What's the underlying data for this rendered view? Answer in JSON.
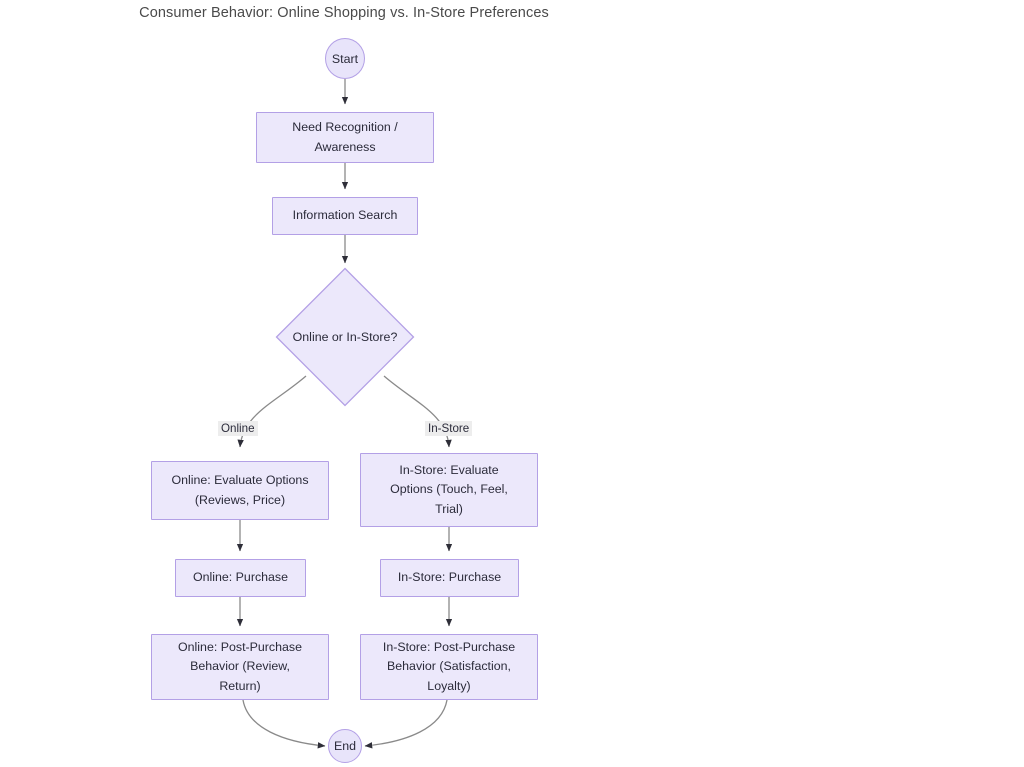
{
  "diagram": {
    "title": "Consumer Behavior: Online Shopping vs. In-Store Preferences",
    "type": "flowchart",
    "direction": "top-to-bottom",
    "colors": {
      "node_fill": "#ece8fb",
      "node_border": "#b3a0e6",
      "node_text": "#2b2b3a",
      "edge_stroke": "#8a8a8a",
      "arrow_fill": "#2e2e38",
      "edge_label_bg": "#ededed",
      "title_text": "#4a4a4a",
      "background": "#ffffff"
    },
    "nodes": [
      {
        "id": "start",
        "shape": "circle",
        "label": "Start"
      },
      {
        "id": "need",
        "shape": "rect",
        "label_lines": [
          "Need Recognition /",
          "Awareness"
        ]
      },
      {
        "id": "search",
        "shape": "rect",
        "label_lines": [
          "Information Search"
        ]
      },
      {
        "id": "decision",
        "shape": "diamond",
        "label_lines": [
          "Online or In-Store?"
        ]
      },
      {
        "id": "online_evaluate",
        "shape": "rect",
        "label_lines": [
          "Online: Evaluate Options",
          "(Reviews, Price)"
        ]
      },
      {
        "id": "instore_evaluate",
        "shape": "rect",
        "label_lines": [
          "In-Store: Evaluate",
          "Options (Touch, Feel,",
          "Trial)"
        ]
      },
      {
        "id": "online_purchase",
        "shape": "rect",
        "label_lines": [
          "Online: Purchase"
        ]
      },
      {
        "id": "instore_purchase",
        "shape": "rect",
        "label_lines": [
          "In-Store: Purchase"
        ]
      },
      {
        "id": "online_post",
        "shape": "rect",
        "label_lines": [
          "Online: Post-Purchase",
          "Behavior (Review,",
          "Return)"
        ]
      },
      {
        "id": "instore_post",
        "shape": "rect",
        "label_lines": [
          "In-Store: Post-Purchase",
          "Behavior (Satisfaction,",
          "Loyalty)"
        ]
      },
      {
        "id": "end",
        "shape": "circle",
        "label": "End"
      }
    ],
    "edges": [
      {
        "from": "start",
        "to": "need",
        "label": ""
      },
      {
        "from": "need",
        "to": "search",
        "label": ""
      },
      {
        "from": "search",
        "to": "decision",
        "label": ""
      },
      {
        "from": "decision",
        "to": "online_evaluate",
        "label": "Online"
      },
      {
        "from": "decision",
        "to": "instore_evaluate",
        "label": "In-Store"
      },
      {
        "from": "online_evaluate",
        "to": "online_purchase",
        "label": ""
      },
      {
        "from": "instore_evaluate",
        "to": "instore_purchase",
        "label": ""
      },
      {
        "from": "online_purchase",
        "to": "online_post",
        "label": ""
      },
      {
        "from": "instore_purchase",
        "to": "instore_post",
        "label": ""
      },
      {
        "from": "online_post",
        "to": "end",
        "label": ""
      },
      {
        "from": "instore_post",
        "to": "end",
        "label": ""
      }
    ],
    "labels": {
      "start": "Start",
      "need_l1": "Need Recognition /",
      "need_l2": "Awareness",
      "search_l1": "Information Search",
      "decision_l1": "Online or In-Store?",
      "online_eval_l1": "Online: Evaluate Options",
      "online_eval_l2": "(Reviews, Price)",
      "instore_eval_l1": "In-Store: Evaluate",
      "instore_eval_l2": "Options (Touch, Feel,",
      "instore_eval_l3": "Trial)",
      "online_purchase_l1": "Online: Purchase",
      "instore_purchase_l1": "In-Store: Purchase",
      "online_post_l1": "Online: Post-Purchase",
      "online_post_l2": "Behavior (Review,",
      "online_post_l3": "Return)",
      "instore_post_l1": "In-Store: Post-Purchase",
      "instore_post_l2": "Behavior (Satisfaction,",
      "instore_post_l3": "Loyalty)",
      "end": "End",
      "edge_online": "Online",
      "edge_instore": "In-Store"
    }
  }
}
